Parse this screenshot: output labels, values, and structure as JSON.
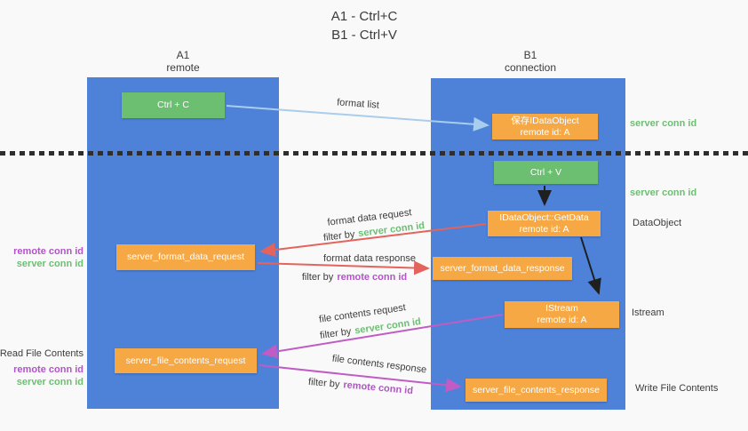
{
  "title": {
    "line1": "A1 - Ctrl+C",
    "line2": "B1 - Ctrl+V"
  },
  "lanes": {
    "a": {
      "name": "A1",
      "subtitle": "remote"
    },
    "b": {
      "name": "B1",
      "subtitle": "connection"
    }
  },
  "nodes": {
    "ctrl_c": {
      "label": "Ctrl + C"
    },
    "save_idataobject": {
      "label": "保存IDataObject",
      "sub": "remote id: A"
    },
    "ctrl_v": {
      "label": "Ctrl + V"
    },
    "getdata": {
      "label": "IDataObject::GetData",
      "sub": "remote id: A"
    },
    "format_request": {
      "label": "server_format_data_request"
    },
    "format_response": {
      "label": "server_format_data_response"
    },
    "istream": {
      "label": "IStream",
      "sub": "remote id: A"
    },
    "file_request": {
      "label": "server_file_contents_request"
    },
    "file_response": {
      "label": "server_file_contents_response"
    }
  },
  "edges": {
    "format_list": {
      "label": "format list"
    },
    "format_data_request": {
      "label": "format data request",
      "filter_prefix": "filter by",
      "filter_key": "server conn id"
    },
    "format_data_response": {
      "label": "format data response",
      "filter_prefix": "filter by",
      "filter_key": "remote conn id"
    },
    "file_contents_request": {
      "label": "file contents request",
      "filter_prefix": "filter by",
      "filter_key": "server conn id"
    },
    "file_contents_response": {
      "label": "file contents response",
      "filter_prefix": "filter by",
      "filter_key": "remote conn id"
    }
  },
  "annotations": {
    "right_server_conn_id_1": "server conn id",
    "right_server_conn_id_2": "server conn id",
    "dataobject": "DataObject",
    "istream": "Istream",
    "write_file_contents": "Write File Contents",
    "left_remote_conn_id_1": "remote conn id",
    "left_server_conn_id_1": "server conn id",
    "read_file_contents": "Read File Contents",
    "left_remote_conn_id_2": "remote conn id",
    "left_server_conn_id_2": "server conn id"
  },
  "colors": {
    "lane_blue": "#4D82D8",
    "green_box": "#6CBE70",
    "orange_box": "#F6A844",
    "arrow_light_blue": "#A9CDEC",
    "arrow_red": "#E4635C",
    "arrow_purple": "#C05CC4",
    "arrow_black": "#1F1F1F",
    "text_green": "#6DBE72",
    "text_purple": "#B155C6"
  }
}
